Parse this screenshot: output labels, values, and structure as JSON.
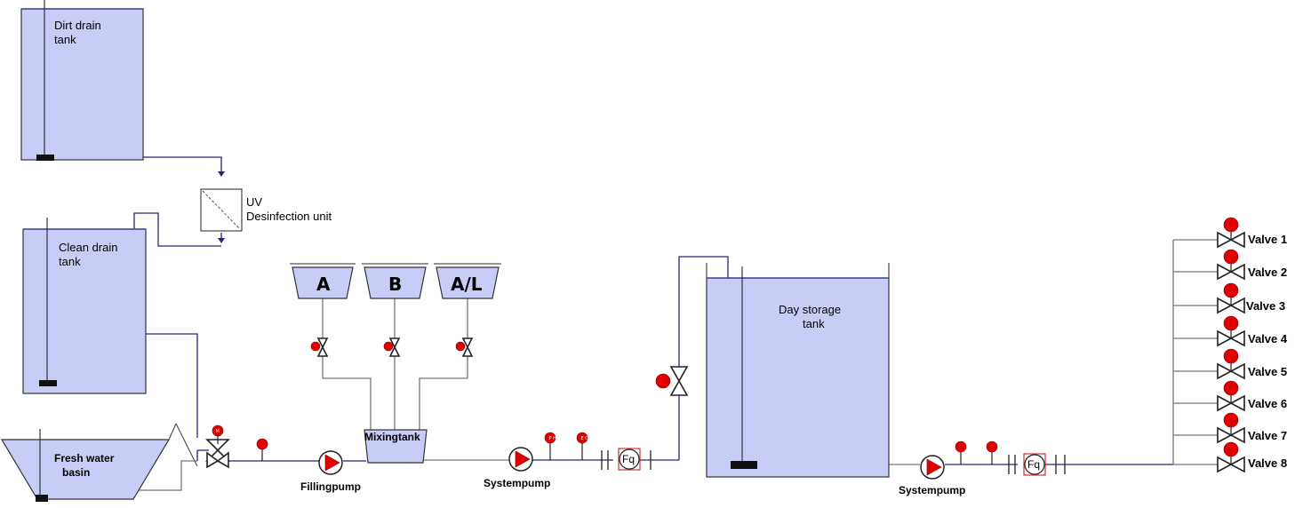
{
  "tanks": {
    "dirt_drain_line1": "Dirt drain",
    "dirt_drain_line2": "tank",
    "clean_drain_line1": "Clean drain",
    "clean_drain_line2": "tank",
    "fresh_water_line1": "Fresh water",
    "fresh_water_line2": "basin",
    "mixing": "Mixingtank",
    "day_storage_line1": "Day storage",
    "day_storage_line2": "tank"
  },
  "uv_unit": {
    "line1": "UV",
    "line2": "Desinfection unit"
  },
  "dosing_tanks": [
    "A",
    "B",
    "A/L"
  ],
  "pumps": {
    "filling": "Fillingpump",
    "system_1": "Systempump",
    "system_2": "Systempump"
  },
  "flow_meters": {
    "meter_1": "Fq",
    "meter_2": "Fq"
  },
  "sensor_badges": {
    "motor": "M",
    "ec": "E C",
    "ph": "P H"
  },
  "output_valves": [
    "Valve 1",
    "Valve 2",
    "Valve 3",
    "Valve 4",
    "Valve 5",
    "Valve 6",
    "Valve 7",
    "Valve 8"
  ],
  "colors": {
    "tank_fill": "#c8cdf8",
    "pipe": "#2a2470",
    "sensor": "#e00000",
    "flow_meter_border": "#cc3333"
  }
}
